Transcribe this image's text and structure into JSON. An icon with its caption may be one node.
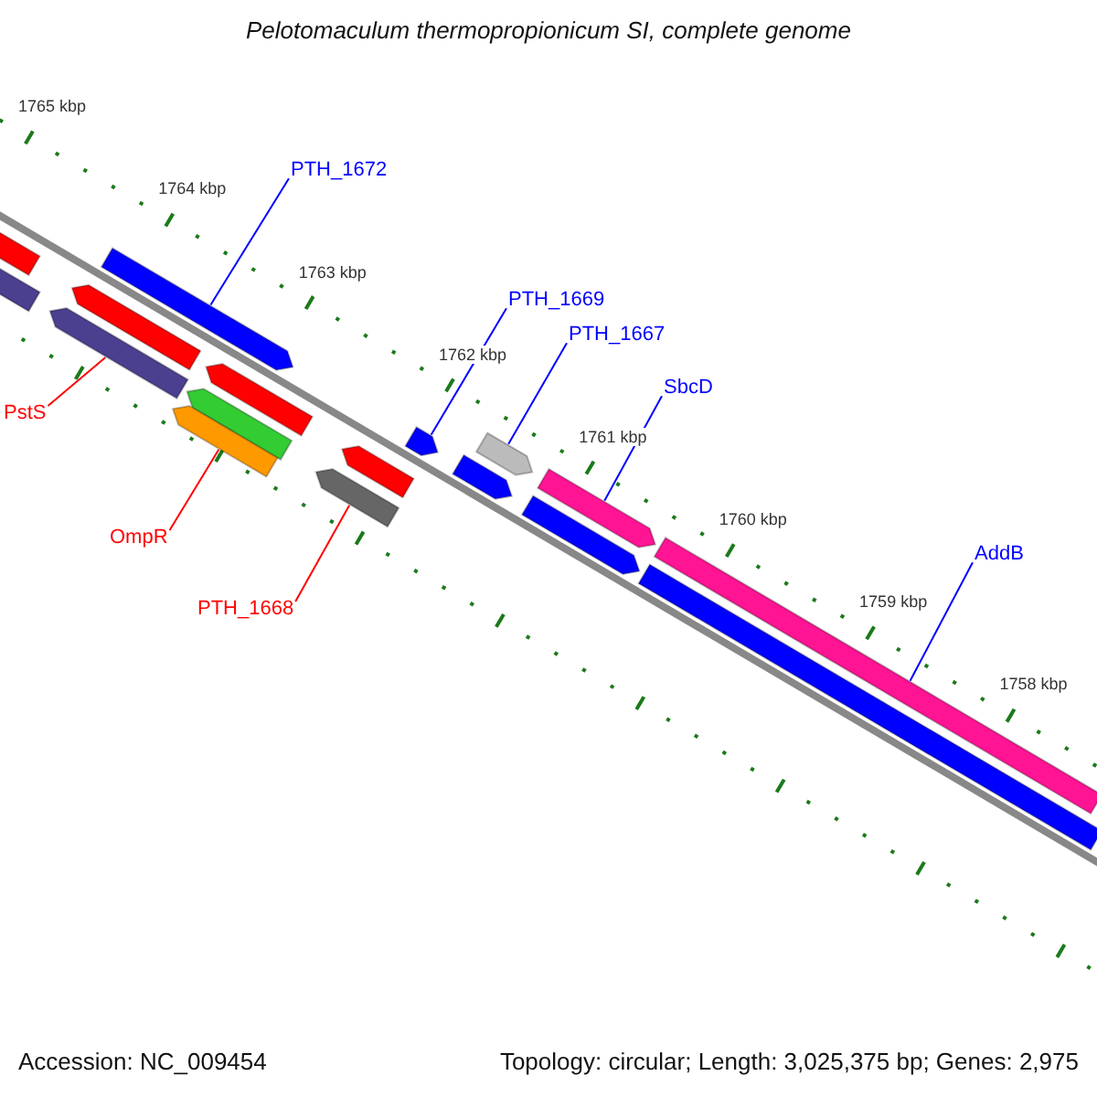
{
  "diagram": {
    "title": "Pelotomaculum thermopropionicum SI, complete genome",
    "nodes": [
      {
        "text": [
          "PTH_1672"
        ]
      },
      {
        "text": [],
        "shape": "bar"
      },
      {
        "text": [
          "PTH_1669"
        ]
      },
      {
        "text": [],
        "shape": "bar"
      },
      {
        "text": [
          "PTH_1667"
        ]
      },
      {
        "text": [],
        "shape": "bar"
      },
      {
        "text": [
          "SbcD"
        ]
      },
      {
        "text": [],
        "shape": "bar"
      },
      {
        "text": [
          "AddB"
        ]
      },
      {
        "text": [],
        "shape": "bar"
      },
      {
        "text": [
          "PstS"
        ]
      },
      {
        "text": [],
        "shape": "bar"
      },
      {
        "text": [
          "OmpR"
        ]
      },
      {
        "text": [],
        "shape": "bar"
      },
      {
        "text": [
          "PTH_1668"
        ]
      },
      {
        "text": [],
        "shape": "bar"
      }
    ],
    "edges": [
      {
        "from": 0,
        "to": 1,
        "arrow": "none"
      },
      {
        "from": 2,
        "to": 3,
        "arrow": "none"
      },
      {
        "from": 4,
        "to": 5,
        "arrow": "none"
      },
      {
        "from": 6,
        "to": 7,
        "arrow": "none"
      },
      {
        "from": 8,
        "to": 9,
        "arrow": "none"
      },
      {
        "from": 10,
        "to": 11,
        "arrow": "none",
        "color": "#ff0000"
      },
      {
        "from": 12,
        "to": 13,
        "arrow": "none",
        "color": "#ff0000"
      },
      {
        "from": 14,
        "to": 15,
        "arrow": "none",
        "color": "#ff0000"
      }
    ],
    "labels": [
      "1765 kbp",
      "1764 kbp",
      "1763 kbp",
      "1762 kbp",
      "1761 kbp",
      "1760 kbp",
      "1759 kbp",
      "1758 kbp",
      "Accession: NC_009454",
      "Topology: circular; Length: 3,025,375 bp; Genes: 2,975"
    ]
  }
}
